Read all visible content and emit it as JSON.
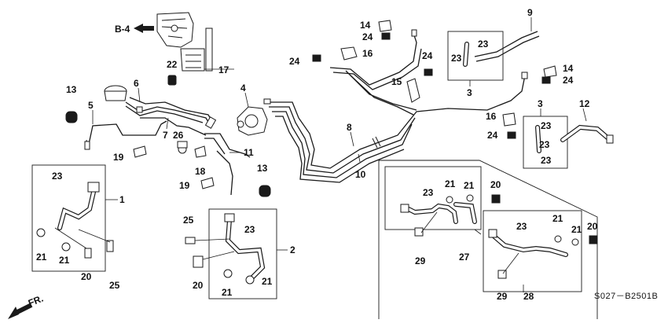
{
  "diagram": {
    "reference_label": "B-4",
    "direction_label": "FR.",
    "code": "S027－B2501B",
    "callouts": [
      "1",
      "2",
      "3",
      "3",
      "4",
      "5",
      "6",
      "7",
      "8",
      "9",
      "10",
      "11",
      "12",
      "13",
      "13",
      "14",
      "14",
      "15",
      "16",
      "16",
      "17",
      "18",
      "19",
      "19",
      "20",
      "20",
      "20",
      "20",
      "21",
      "21",
      "21",
      "21",
      "21",
      "21",
      "21",
      "21",
      "22",
      "23",
      "23",
      "23",
      "23",
      "23",
      "23",
      "23",
      "23",
      "23",
      "24",
      "24",
      "24",
      "24",
      "24",
      "25",
      "25",
      "26",
      "27",
      "28",
      "29",
      "29"
    ]
  }
}
